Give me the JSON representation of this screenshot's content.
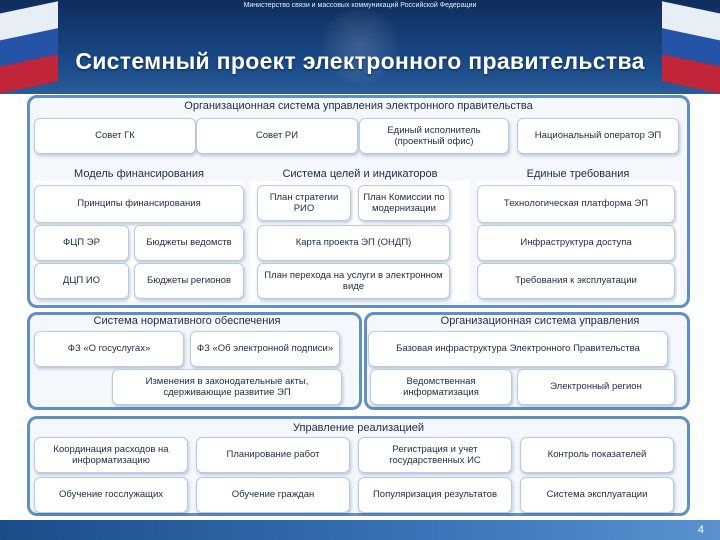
{
  "header": {
    "ministry": "Министерство связи и массовых коммуникаций Российской Федерации",
    "title": "Системный проект электронного правительства"
  },
  "org_system": {
    "title": "Организационная система управления электронного правительства",
    "items": [
      "Совет ГК",
      "Совет РИ",
      "Единый исполнитель (проектный офис)",
      "Национальный оператор ЭП"
    ]
  },
  "financing": {
    "title": "Модель финансирования",
    "principles": "Принципы финансирования",
    "fcp_er": "ФЦП ЭР",
    "budgets_departments": "Бюджеты ведомств",
    "dcp_io": "ДЦП ИО",
    "budgets_regions": "Бюджеты регионов"
  },
  "goals": {
    "title": "Система целей и индикаторов",
    "strategy_plan": "План стратегии РИО",
    "commission_plan": "План Комиссии по модернизации",
    "project_map": "Карта проекта ЭП (ОНДП)",
    "transition_plan": "План перехода на услуги в электронном виде"
  },
  "requirements": {
    "title": "Единые требования",
    "tech_platform": "Технологическая платформа ЭП",
    "access_infra": "Инфраструктура доступа",
    "operation_req": "Требования к эксплуатации"
  },
  "normative": {
    "title": "Система нормативного обеспечения",
    "fz_services": "ФЗ «О госуслугах»",
    "fz_signature": "ФЗ «Об электронной подписи»",
    "law_changes": "Изменения в законодательные акты, сдерживающие развитие ЭП"
  },
  "org_management": {
    "title": "Организационная система управления",
    "base_infra": "Базовая инфраструктура Электронного Правительства",
    "departmental": "Ведомственная информатизация",
    "e_region": "Электронный регион"
  },
  "implementation": {
    "title": "Управление реализацией",
    "row1": [
      "Координация расходов на информатизацию",
      "Планирование работ",
      "Регистрация и учет государственных ИС",
      "Контроль показателей"
    ],
    "row2": [
      "Обучение госслужащих",
      "Обучение граждан",
      "Популяризация результатов",
      "Система эксплуатации"
    ]
  },
  "footer": {
    "page_number": "4"
  },
  "colors": {
    "header_blue": "#16407a",
    "panel_border": "#5f8fc6",
    "panel_fill": "#f4f8fd"
  },
  "icons": [
    "flag-left-icon",
    "flag-right-icon",
    "emblem-icon"
  ]
}
